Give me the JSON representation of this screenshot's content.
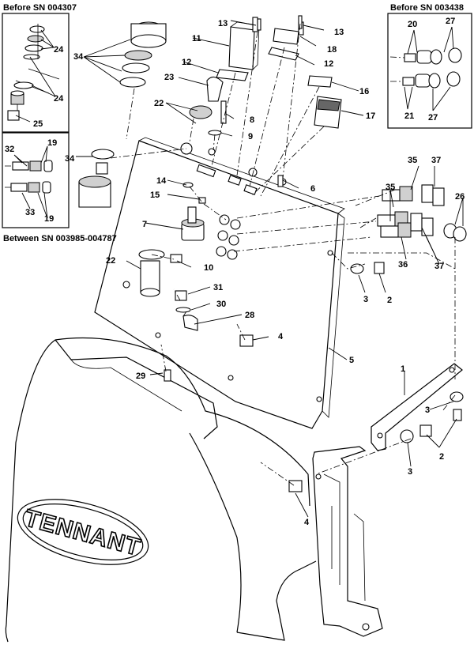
{
  "headers": {
    "before_sn_004307": "Before SN 004307",
    "before_sn_003438": "Before SN 003438",
    "between_sn": "Between SN 003985-004787"
  },
  "logo_text": "TENNANT",
  "callouts": {
    "c1": "1",
    "c2a": "2",
    "c2b": "2",
    "c3a": "3",
    "c3b": "3",
    "c3c": "3",
    "c4a": "4",
    "c4b": "4",
    "c5": "5",
    "c6": "6",
    "c7": "7",
    "c8": "8",
    "c9": "9",
    "c10": "10",
    "c11": "11",
    "c12a": "12",
    "c12b": "12",
    "c13a": "13",
    "c13b": "13",
    "c14": "14",
    "c15": "15",
    "c16": "16",
    "c17": "17",
    "c18": "18",
    "c19a": "19",
    "c19b": "19",
    "c20": "20",
    "c21": "21",
    "c22a": "22",
    "c22b": "22",
    "c23": "23",
    "c24a": "24",
    "c24b": "24",
    "c25": "25",
    "c26": "26",
    "c27a": "27",
    "c27b": "27",
    "c28": "28",
    "c29": "29",
    "c30": "30",
    "c31": "31",
    "c32": "32",
    "c33": "33",
    "c34a": "34",
    "c34b": "34",
    "c35a": "35",
    "c35b": "35",
    "c36": "36",
    "c37a": "37",
    "c37b": "37"
  }
}
